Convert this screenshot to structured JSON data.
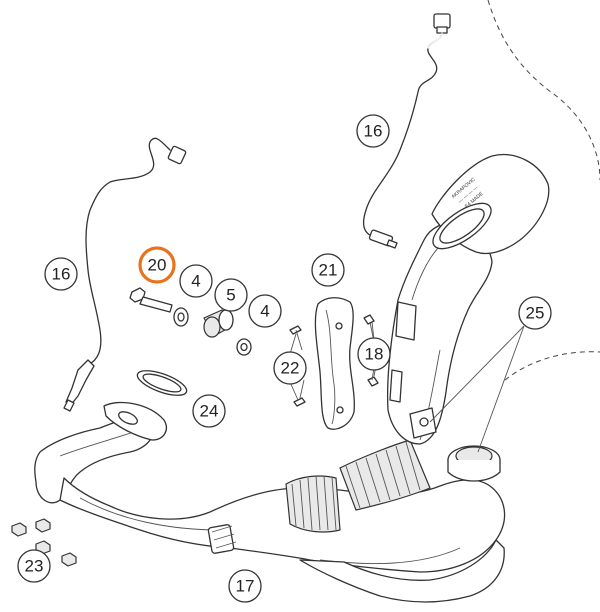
{
  "callouts": {
    "c16a": "16",
    "c16b": "16",
    "c20": "20",
    "c4a": "4",
    "c5": "5",
    "c4b": "4",
    "c21": "21",
    "c25": "25",
    "c18": "18",
    "c22": "22",
    "c24": "24",
    "c23": "23",
    "c17": "17"
  },
  "highlight_color": "#e8731c"
}
